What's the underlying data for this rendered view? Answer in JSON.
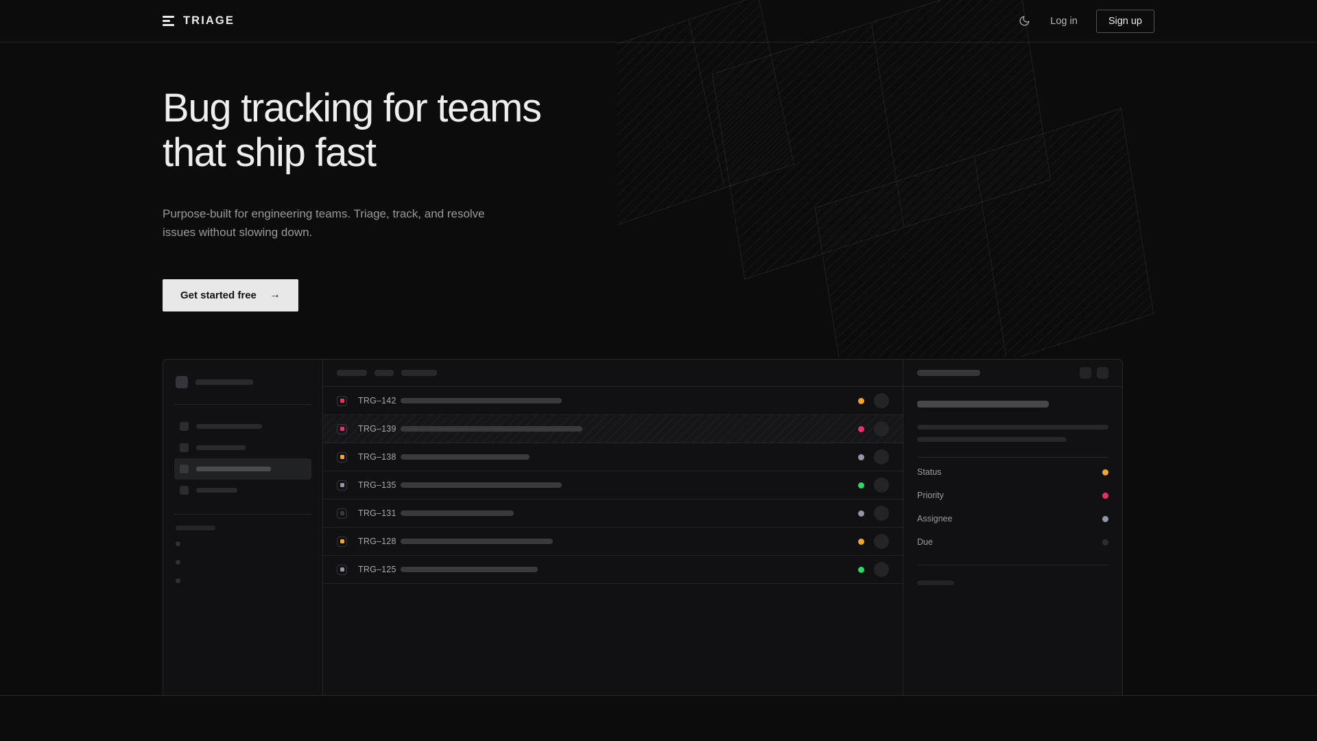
{
  "brand": {
    "name": "TRIAGE",
    "logo_icon": "stacked-bars-icon"
  },
  "nav": {
    "theme_toggle_icon": "moon-icon",
    "login_label": "Log in",
    "signup_label": "Sign up"
  },
  "hero": {
    "headline_line1": "Bug tracking for teams",
    "headline_line2": "that ship fast",
    "subheadline": "Purpose-built for engineering teams. Triage, track, and resolve issues without slowing down.",
    "cta_label": "Get started free",
    "cta_arrow": "→"
  },
  "colors": {
    "page_bg": "#0c0c0d",
    "panel_bg": "#111113",
    "text_primary": "#eeeeee",
    "text_muted": "#9a9a9d",
    "cta_bg": "#e8e8e8",
    "accent_orange": "#f5a623",
    "accent_pink": "#ef2f63",
    "accent_green": "#22dd66",
    "accent_slate": "#8e98ab",
    "accent_dim": "#3a3a3e"
  },
  "app_mockup": {
    "sidebar": {
      "workspace_placeholder_width": 84,
      "nav_items": [
        {
          "name": "nav-item-1",
          "width": 96,
          "active": false
        },
        {
          "name": "nav-item-2",
          "width": 72,
          "active": false
        },
        {
          "name": "nav-item-3",
          "width": 109,
          "active": true
        },
        {
          "name": "nav-item-4",
          "width": 60,
          "active": false
        }
      ],
      "section_label_placeholder": true,
      "mini_items": 3
    },
    "list": {
      "toolbar_chips": [
        44,
        28,
        52
      ],
      "rows": [
        {
          "id": "TRG–142",
          "priority_color": "#ef2f63",
          "title_width": 235,
          "status_color": "#f5a623",
          "selected": false
        },
        {
          "id": "TRG–139",
          "priority_color": "#ef2f63",
          "title_width": 265,
          "status_color": "#ef2f63",
          "selected": true
        },
        {
          "id": "TRG–138",
          "priority_color": "#f5a623",
          "title_width": 188,
          "status_color": "#8e98ab",
          "selected": false
        },
        {
          "id": "TRG–135",
          "priority_color": "#8e98ab",
          "title_width": 235,
          "status_color": "#22dd66",
          "selected": false
        },
        {
          "id": "TRG–131",
          "priority_color": "#3a3a3e",
          "title_width": 165,
          "status_color": "#8e98ab",
          "selected": false
        },
        {
          "id": "TRG–128",
          "priority_color": "#f5a623",
          "title_width": 222,
          "status_color": "#f5a623",
          "selected": false
        },
        {
          "id": "TRG–125",
          "priority_color": "#8e98ab",
          "title_width": 200,
          "status_color": "#22dd66",
          "selected": false
        }
      ]
    },
    "detail": {
      "header_actions": [
        "detail-action-1",
        "detail-action-2"
      ],
      "meta": [
        {
          "label": "Status",
          "dot_color": "#f5a623"
        },
        {
          "label": "Priority",
          "dot_color": "#ef2f63"
        },
        {
          "label": "Assignee",
          "dot_color": "#8e98ab"
        },
        {
          "label": "Due",
          "dot_color": "#2e2e32"
        }
      ],
      "activity_items": 2
    }
  }
}
